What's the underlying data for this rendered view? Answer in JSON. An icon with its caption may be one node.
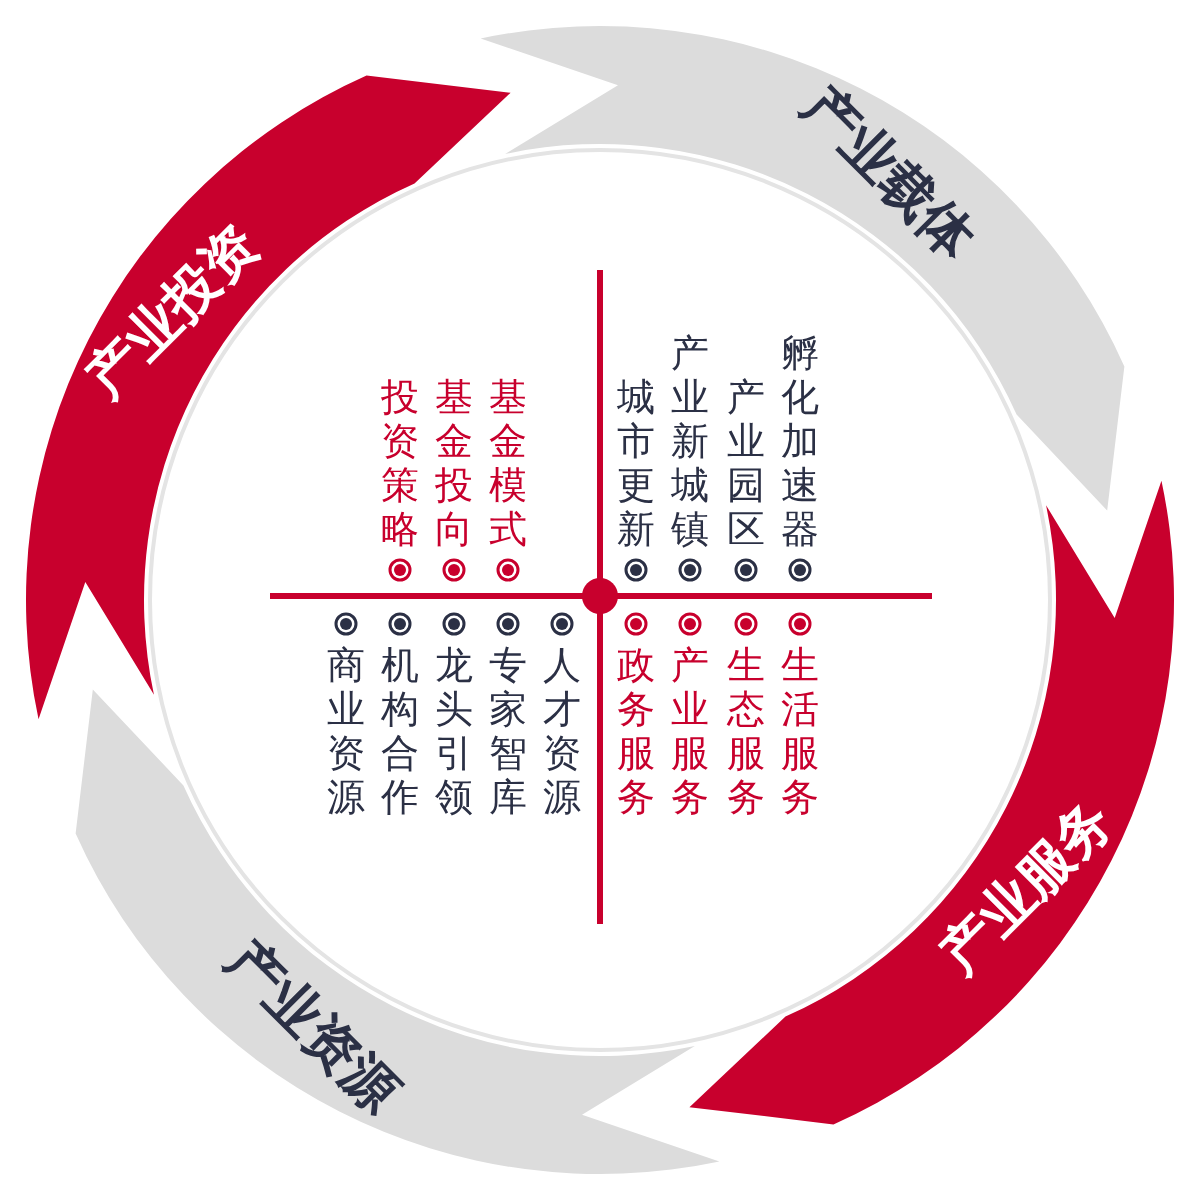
{
  "diagram": {
    "nodes": [
      {
        "text": [
          "产业投资"
        ]
      },
      {
        "text": [
          "产业载体"
        ]
      },
      {
        "text": [
          "产业服务"
        ]
      },
      {
        "text": [
          "产业资源"
        ]
      }
    ],
    "labels": [
      "投资策略",
      "基金投向",
      "基金模式",
      "城市更新",
      "产业新城镇",
      "产业园区",
      "孵化加速器",
      "商业资源",
      "机构合作",
      "龙头引领",
      "专家智库",
      "人才资源",
      "政务服务",
      "产业服务",
      "生态服务",
      "生活服务"
    ]
  }
}
